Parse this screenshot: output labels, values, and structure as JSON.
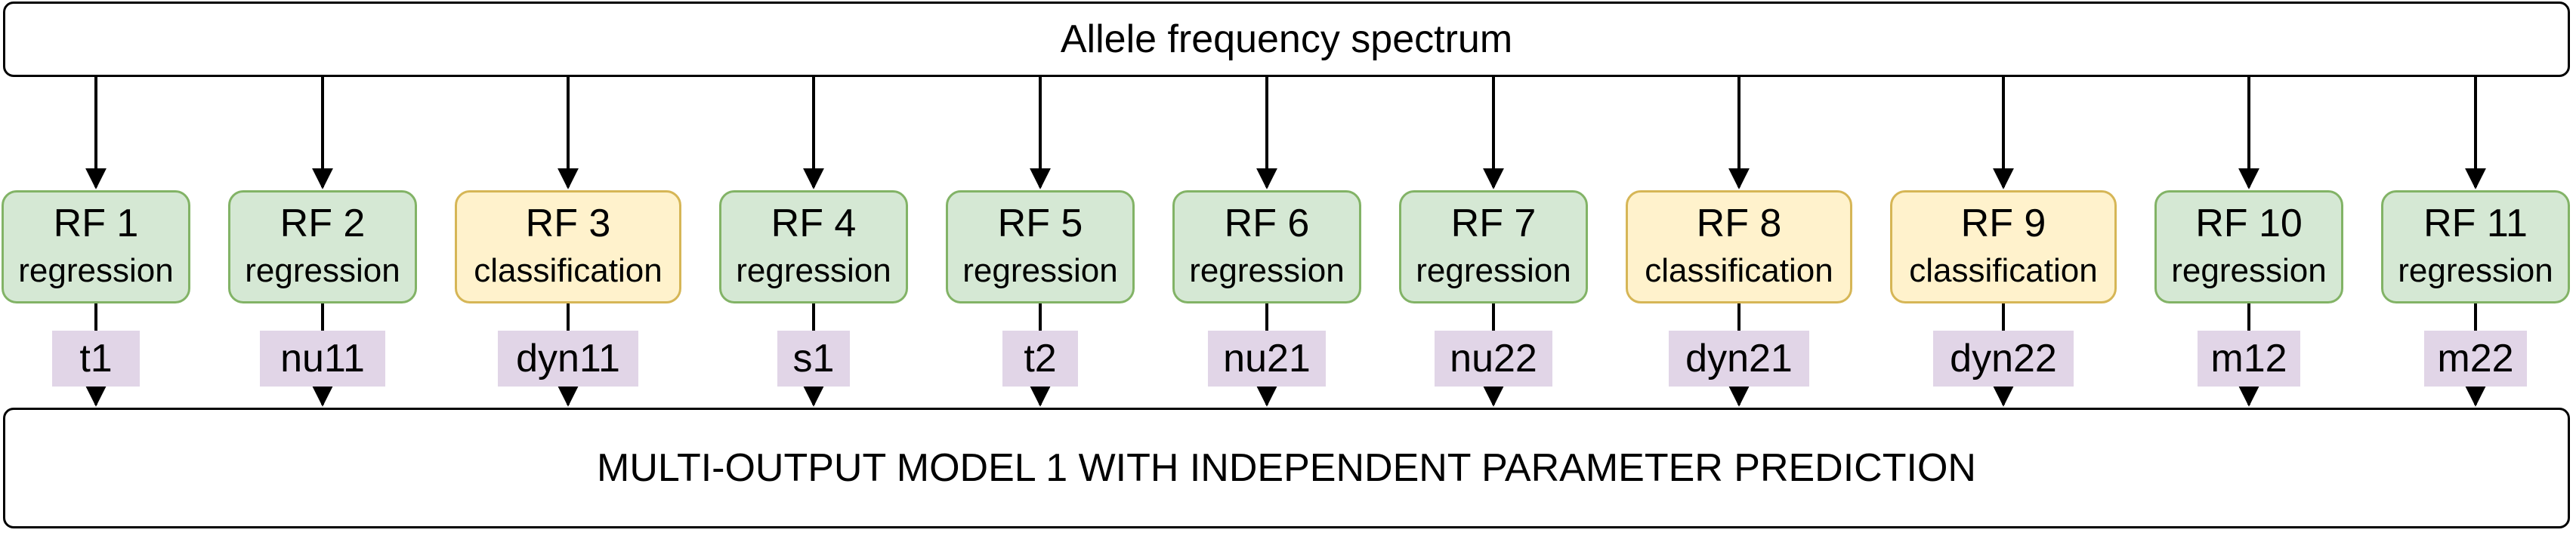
{
  "top_label": "Allele frequency spectrum",
  "bottom_label": "MULTI-OUTPUT MODEL 1 WITH INDEPENDENT PARAMETER PREDICTION",
  "colors": {
    "regression_fill": "#d5e8d4",
    "regression_stroke": "#82b366",
    "classification_fill": "#fff2cc",
    "classification_stroke": "#d6b656",
    "param_fill": "#e1d5e7",
    "arrow": "#000000"
  },
  "models": [
    {
      "name": "RF 1",
      "type": "regression",
      "param": "t1"
    },
    {
      "name": "RF 2",
      "type": "regression",
      "param": "nu11"
    },
    {
      "name": "RF 3",
      "type": "classification",
      "param": "dyn11"
    },
    {
      "name": "RF 4",
      "type": "regression",
      "param": "s1"
    },
    {
      "name": "RF 5",
      "type": "regression",
      "param": "t2"
    },
    {
      "name": "RF 6",
      "type": "regression",
      "param": "nu21"
    },
    {
      "name": "RF 7",
      "type": "regression",
      "param": "nu22"
    },
    {
      "name": "RF 8",
      "type": "classification",
      "param": "dyn21"
    },
    {
      "name": "RF 9",
      "type": "classification",
      "param": "dyn22"
    },
    {
      "name": "RF 10",
      "type": "regression",
      "param": "m12"
    },
    {
      "name": "RF 11",
      "type": "regression",
      "param": "m22"
    }
  ]
}
